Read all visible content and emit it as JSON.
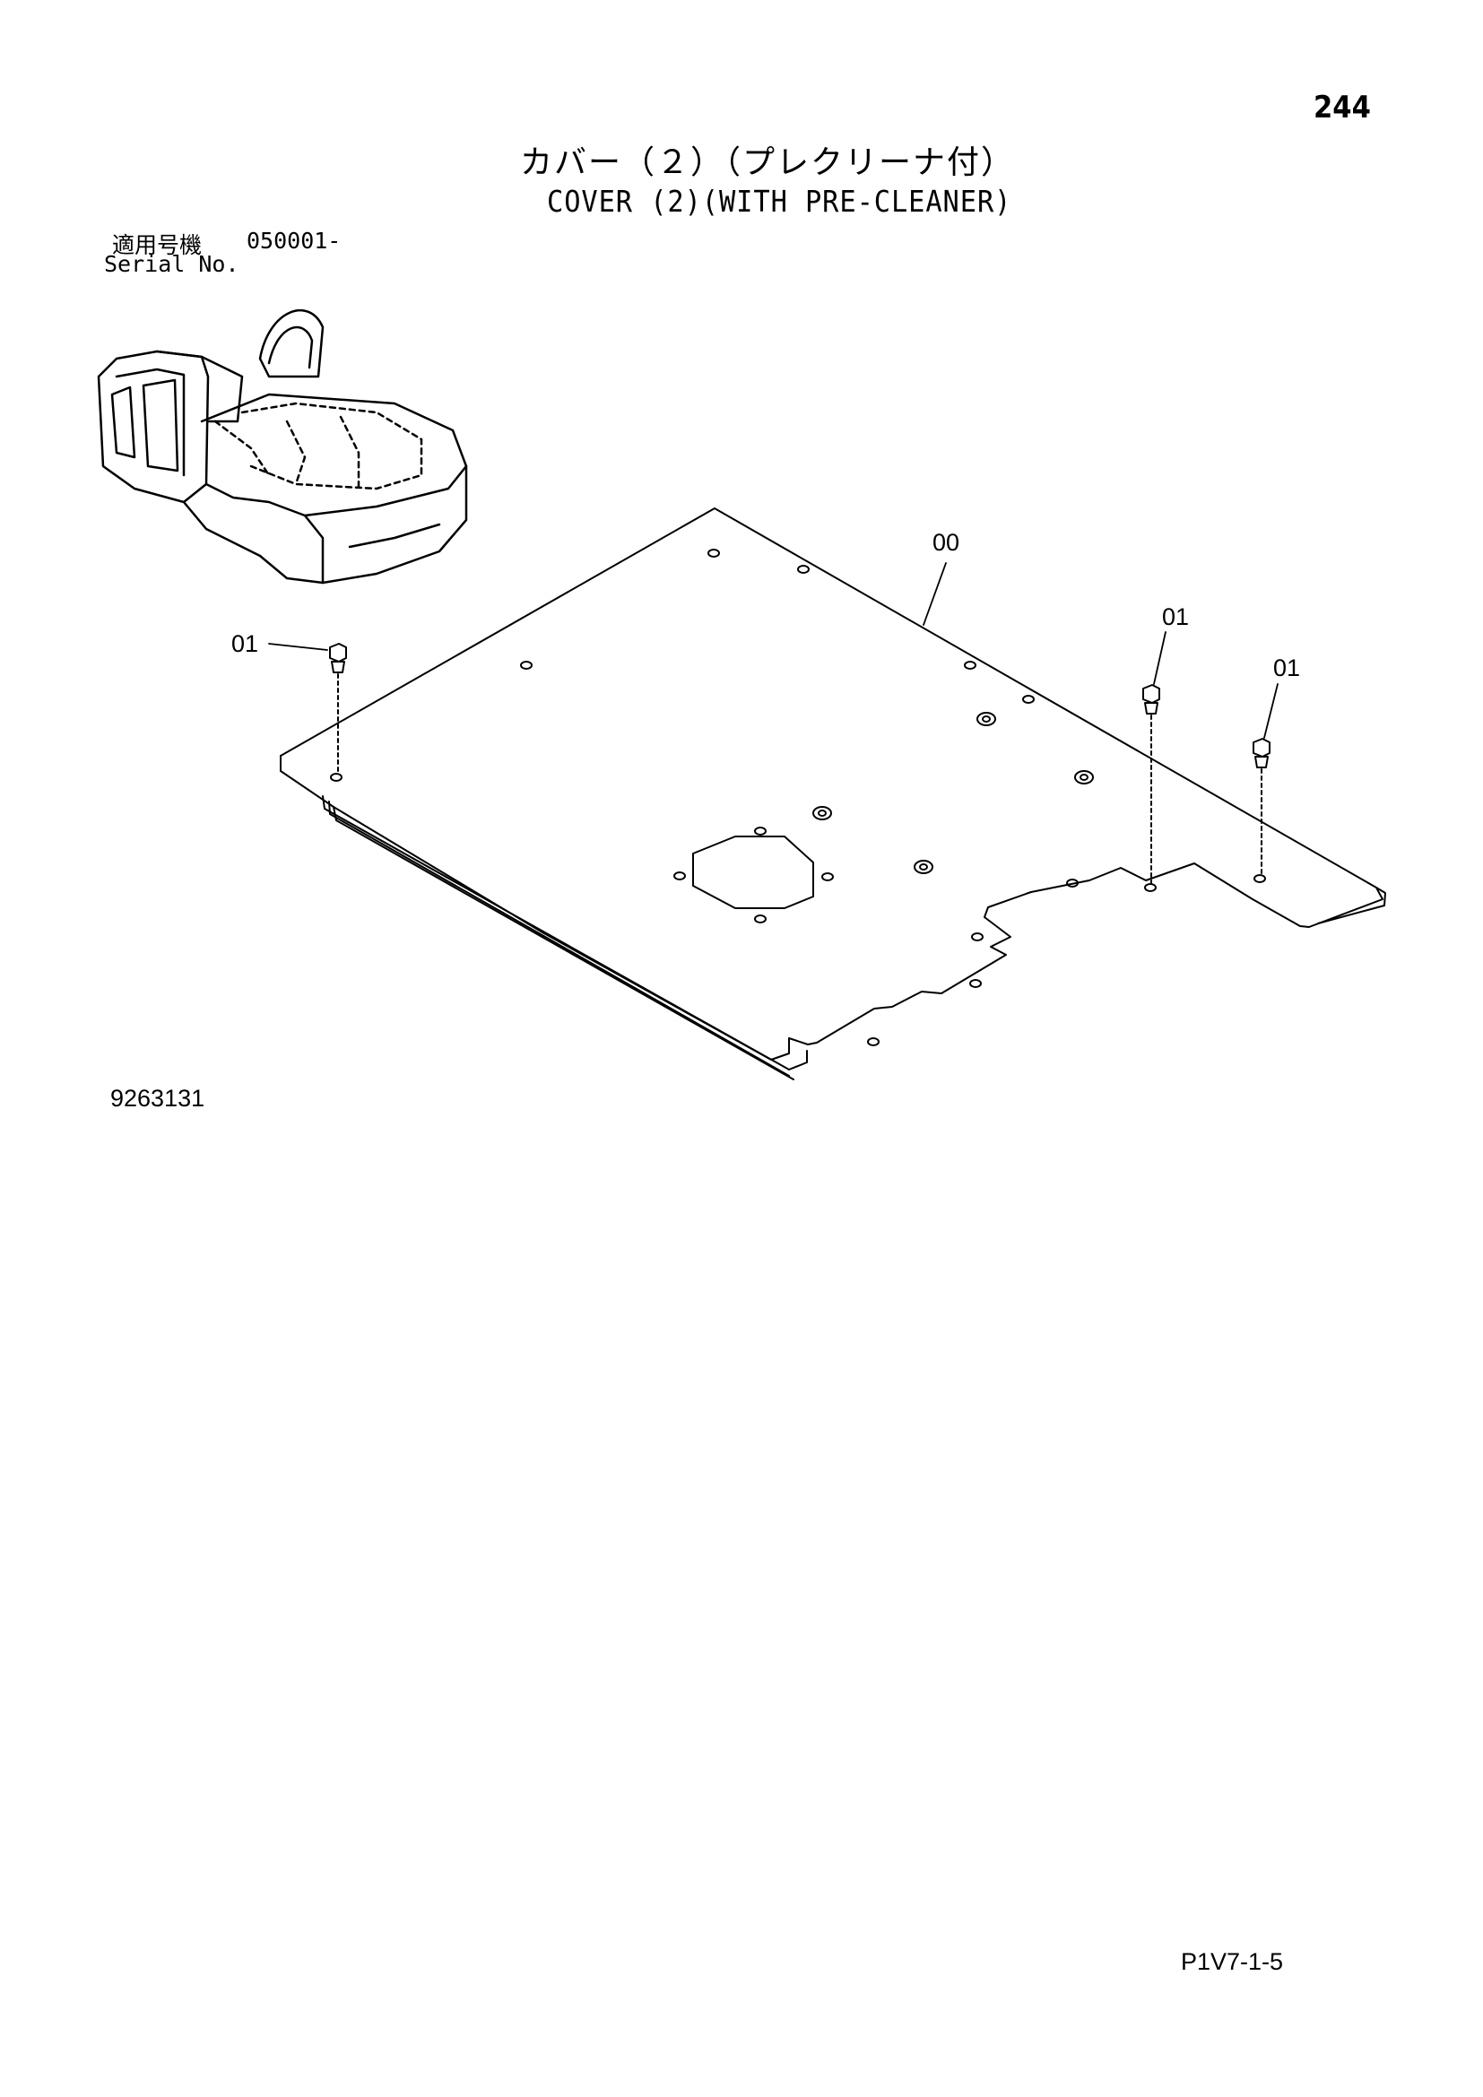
{
  "header": {
    "page_number": "244",
    "title_ja": "カバー（２）（プレクリーナ付）",
    "title_en": "COVER (2)(WITH PRE-CLEANER)"
  },
  "serial": {
    "label_ja": "適用号機",
    "range": "050001-",
    "label_en": "Serial No."
  },
  "callouts": {
    "part_00": "00",
    "part_01_left": "01",
    "part_01_mid": "01",
    "part_01_right": "01"
  },
  "footer": {
    "drawing_number": "9263131",
    "page_code": "P1V7-1-5"
  }
}
